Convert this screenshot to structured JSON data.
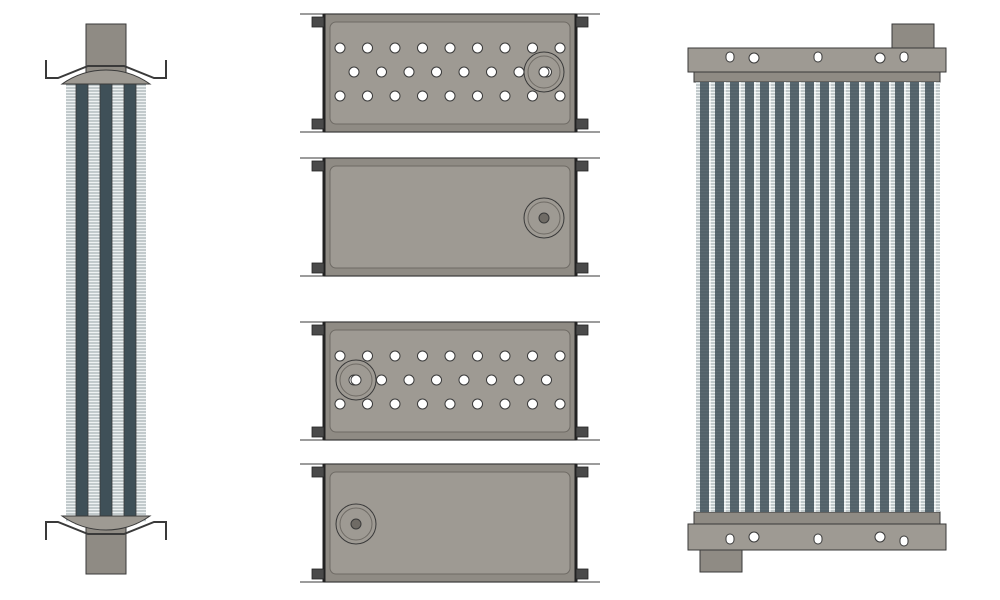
{
  "drawing": {
    "views": [
      "side-view",
      "header-top-perforated",
      "header-top-blank",
      "header-bottom-perforated",
      "header-bottom-blank",
      "front-view"
    ]
  },
  "colors": {
    "background": "#ffffff",
    "metal": "#8f8b84",
    "metal_light": "#9e9a93",
    "metal_dark": "#6f6b65",
    "outline": "#3a3a3a",
    "tube": "#3f5058",
    "fin": "#b8c4c8",
    "bolt": "#4a4a4a",
    "hole": "#ffffff"
  },
  "header_plates": [
    {
      "name": "header-top-perforated",
      "rows": [
        9,
        8,
        9
      ],
      "port": "right"
    },
    {
      "name": "header-top-blank",
      "rows": [],
      "port": "right"
    },
    {
      "name": "header-bottom-perforated",
      "rows": [
        9,
        8,
        9
      ],
      "port": "left"
    },
    {
      "name": "header-bottom-blank",
      "rows": [],
      "port": "left"
    }
  ],
  "core": {
    "side_view_tubes": 3,
    "front_view_tubes": 16
  }
}
